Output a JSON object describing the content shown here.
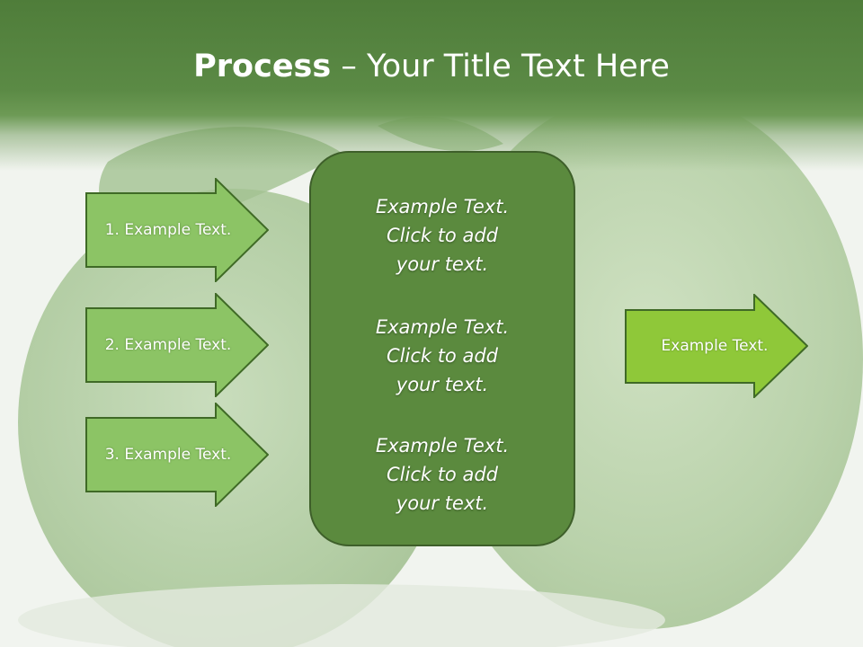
{
  "slide": {
    "title_bold": "Process",
    "title_rest": " – Your Title Text Here"
  },
  "left_arrows": [
    {
      "label": "1. Example Text."
    },
    {
      "label": "2. Example Text."
    },
    {
      "label": "3. Example Text."
    }
  ],
  "center_box": {
    "blocks": [
      {
        "lines": [
          "Example Text.",
          "Click  to add",
          "your text."
        ]
      },
      {
        "lines": [
          "Example Text.",
          "Click  to add",
          "your text."
        ]
      },
      {
        "lines": [
          "Example Text.",
          "Click  to add",
          "your text."
        ]
      }
    ]
  },
  "right_arrow": {
    "label": "Example Text."
  },
  "colors": {
    "header_green": "#558440",
    "left_arrow_fill": "#8cc465",
    "right_arrow_fill": "#8fc839",
    "arrow_border": "#3f6a26",
    "center_box_fill": "#5b8a3e"
  }
}
